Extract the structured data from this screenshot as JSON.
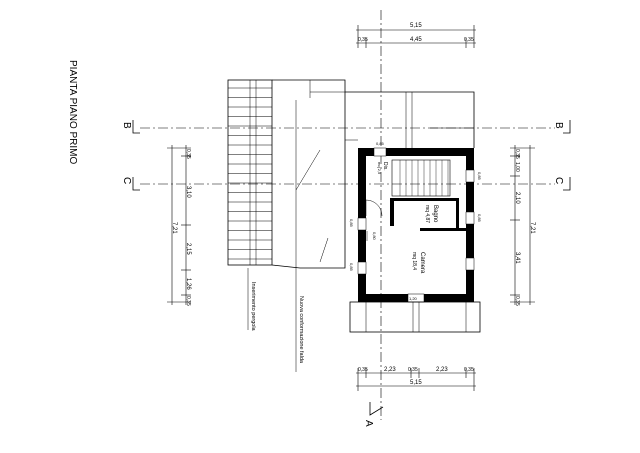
{
  "drawing": {
    "title": "PIANTA PIANO PRIMO",
    "dims_top": {
      "total": "5,15",
      "wall_left": "0,35",
      "inner": "4,45",
      "wall_right": "0,35"
    },
    "dims_bottom": {
      "wall_left": "0,35",
      "left": "2,23",
      "mid": "0,35",
      "right": "2,23",
      "wall_right": "0,35",
      "total": "5,15"
    },
    "dims_left": {
      "a": "0,35",
      "b": "3,10",
      "c": "2,15",
      "d": "1,26",
      "e": "0,35",
      "total": "7,21"
    },
    "dims_right": {
      "a": "0,35",
      "b": "1,00",
      "c": "2,10",
      "d": "3,41",
      "e": "0,35",
      "total": "7,21"
    },
    "sections": {
      "b": "B",
      "c": "C",
      "a": "A"
    },
    "rooms": {
      "bagno_name": "Bagno",
      "bagno_area": "mq 4,87",
      "camera_name": "Camera",
      "camera_area": "mq 18,4",
      "disimpegno_name": "Dis.",
      "disimpegno_area": "mq 2,5"
    },
    "annotations": {
      "pergola": "Inserimento pergola",
      "falda": "Nuova conformazione falda"
    },
    "small_labels": {
      "win_top": "0,85",
      "win_right1": "0,85",
      "win_right2": "0,85",
      "win_left": "0,85",
      "win_bottom": "1,20",
      "win_camera_left": "0,85",
      "door": "0,80"
    }
  }
}
